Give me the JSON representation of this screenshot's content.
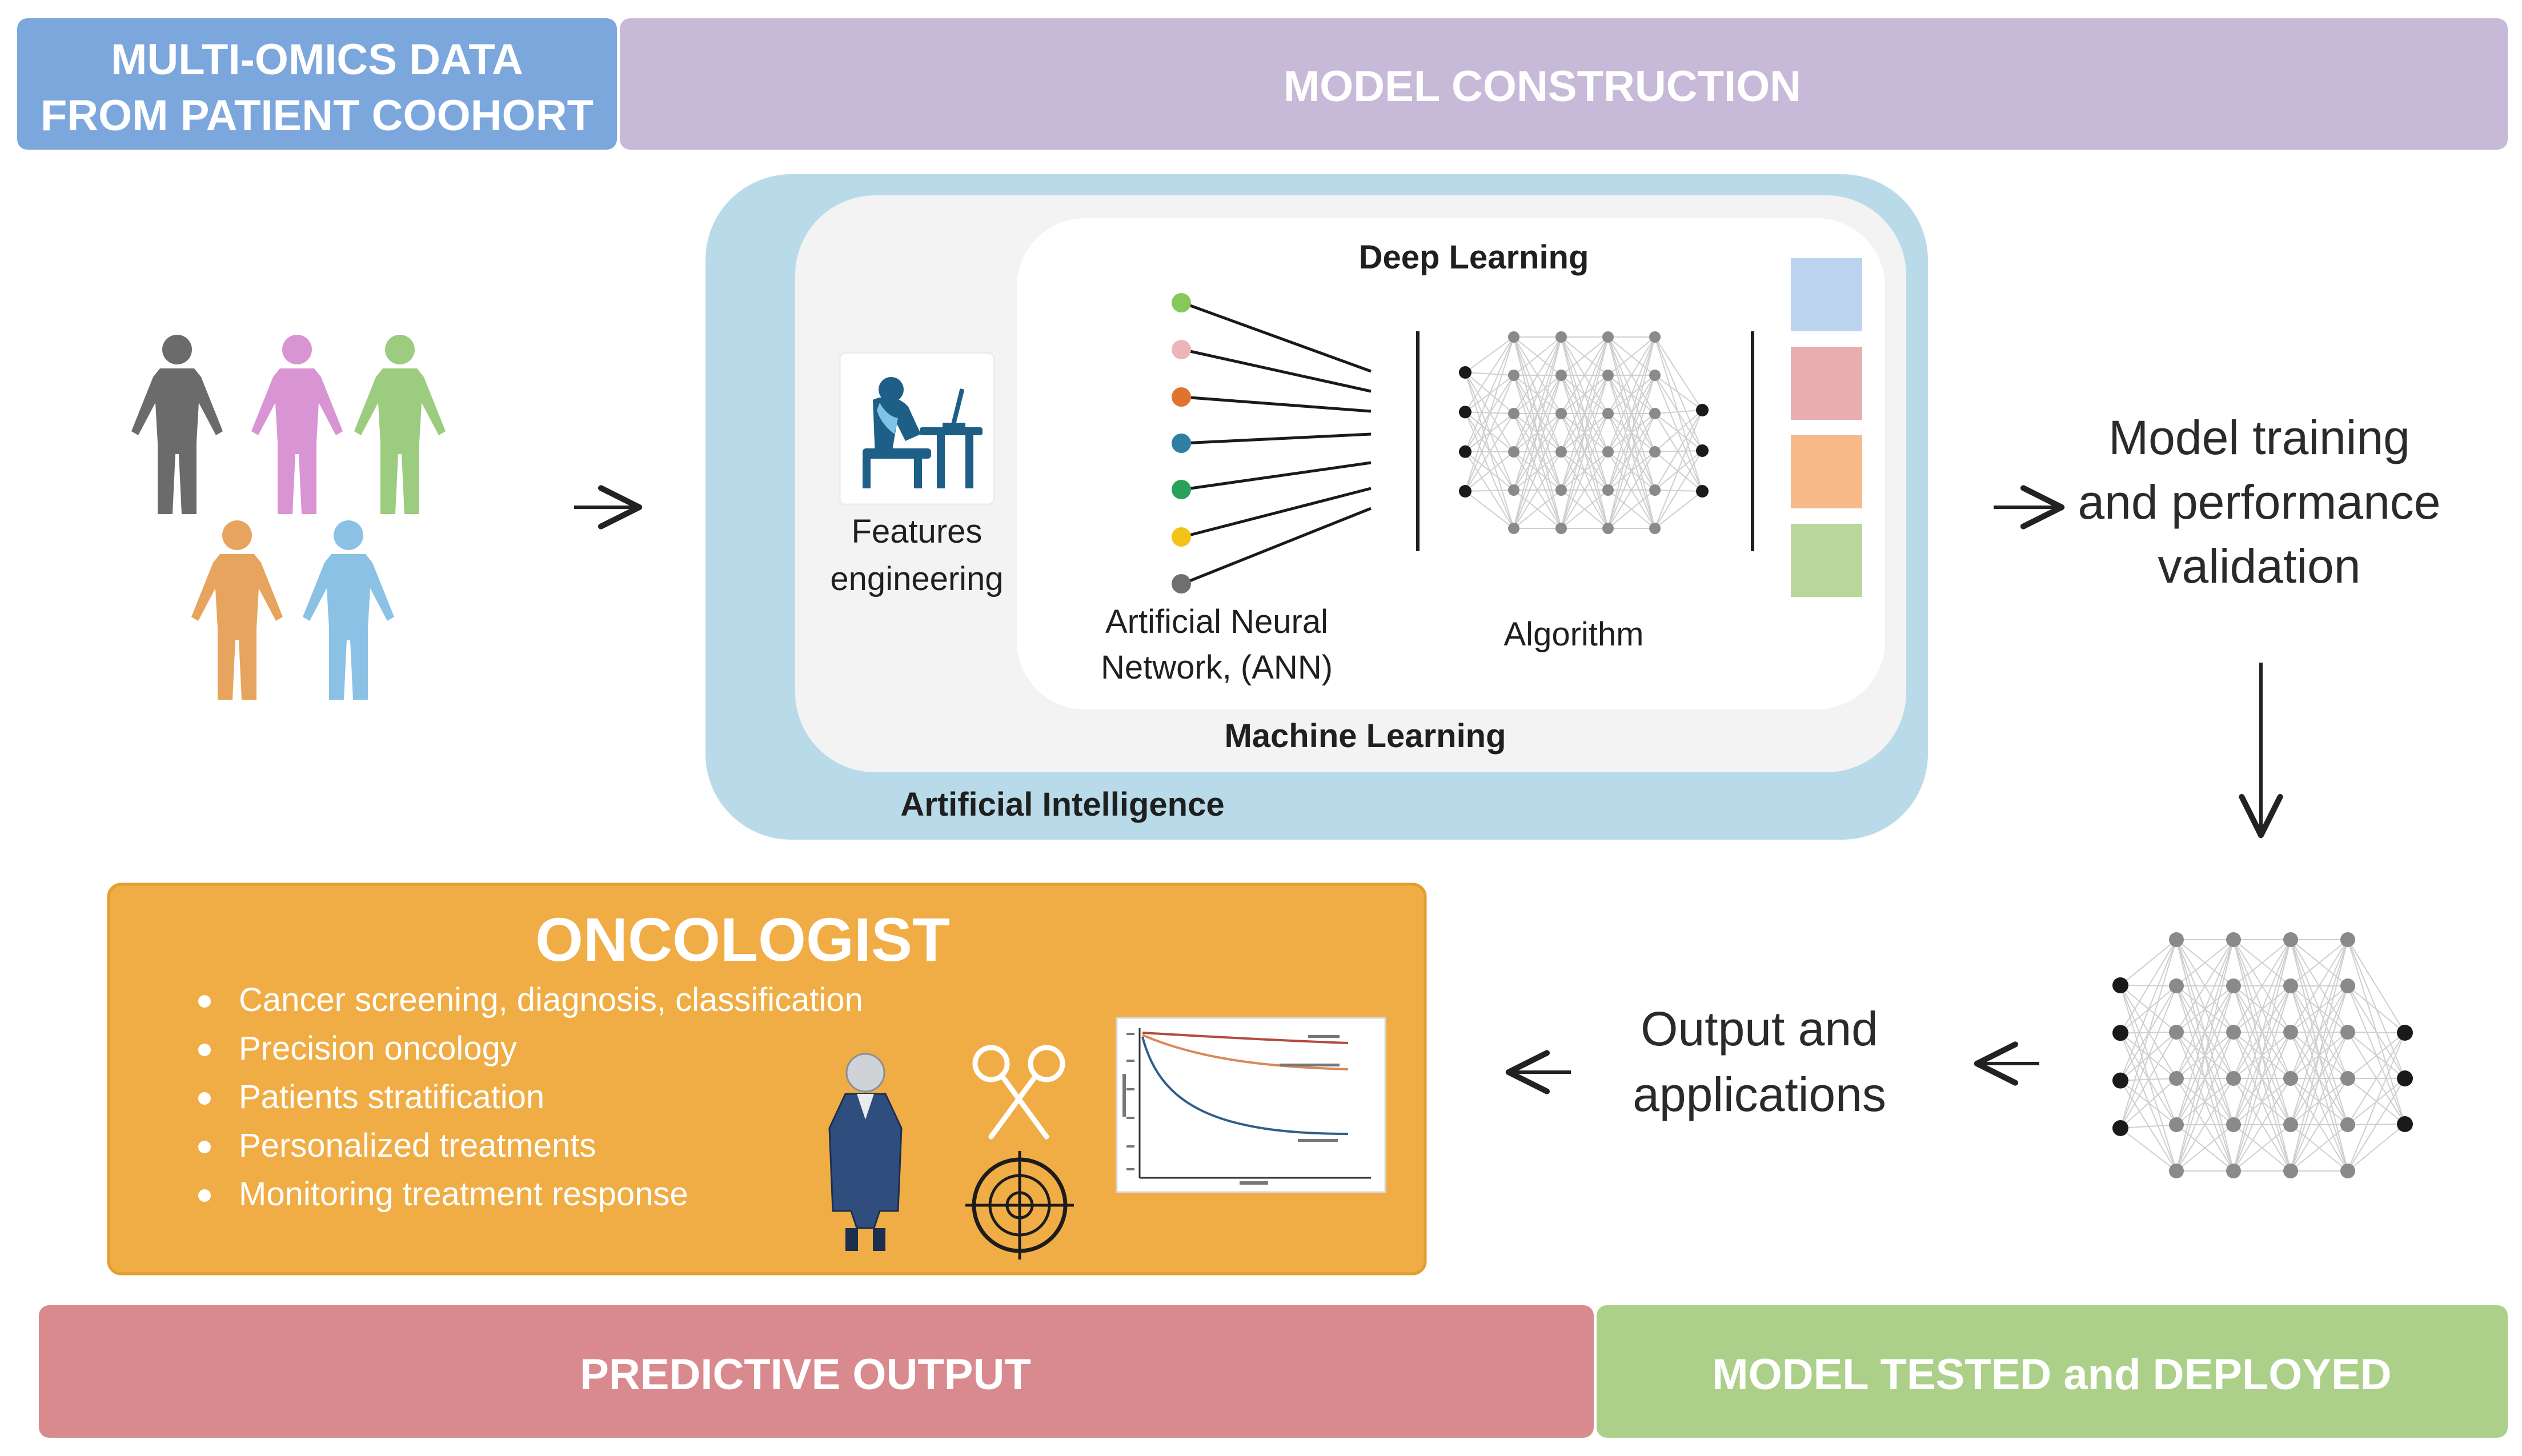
{
  "banners": {
    "input_line1": "MULTI-OMICS DATA",
    "input_line2": "FROM PATIENT COOHORT",
    "construction": "MODEL CONSTRUCTION",
    "predictive": "PREDICTIVE OUTPUT",
    "tested": "MODEL TESTED and DEPLOYED"
  },
  "ai_panel": {
    "artificial_intelligence": "Artificial Intelligence",
    "machine_learning": "Machine Learning",
    "deep_learning": "Deep Learning",
    "features_line1": "Features",
    "features_line2": "engineering",
    "ann_line1": "Artificial Neural",
    "ann_line2": "Network, (ANN)",
    "algorithm": "Algorithm"
  },
  "training": {
    "line1": "Model training",
    "line2": "and performance",
    "line3": "validation"
  },
  "output": {
    "line1": "Output and",
    "line2": "applications"
  },
  "oncologist": {
    "title": "ONCOLOGIST",
    "items": [
      "Cancer screening, diagnosis, classification",
      "Precision oncology",
      "Patients stratification",
      "Personalized treatments",
      "Monitoring treatment response"
    ]
  },
  "colors": {
    "input_banner": "#7ba7dc",
    "construction_banner": "#c7bad8",
    "predictive_banner": "#d98a8e",
    "tested_banner": "#acd08a",
    "ai_box": "#b9dbe9",
    "oncologist_box": "#f0ad45",
    "category_blue": "#bcd3ef",
    "category_pink": "#e8aeb2",
    "category_orange": "#f6b987",
    "category_green": "#b9d79b"
  },
  "patients": [
    {
      "color": "#6b6b6b"
    },
    {
      "color": "#d894d3"
    },
    {
      "color": "#9bcc80"
    },
    {
      "color": "#e7a45e"
    },
    {
      "color": "#8cc1e6"
    }
  ],
  "ann_input_colors": [
    "#86c95a",
    "#efb3ba",
    "#e0732f",
    "#2f7fa3",
    "#2aa15a",
    "#f2c318",
    "#6f6f6f"
  ]
}
